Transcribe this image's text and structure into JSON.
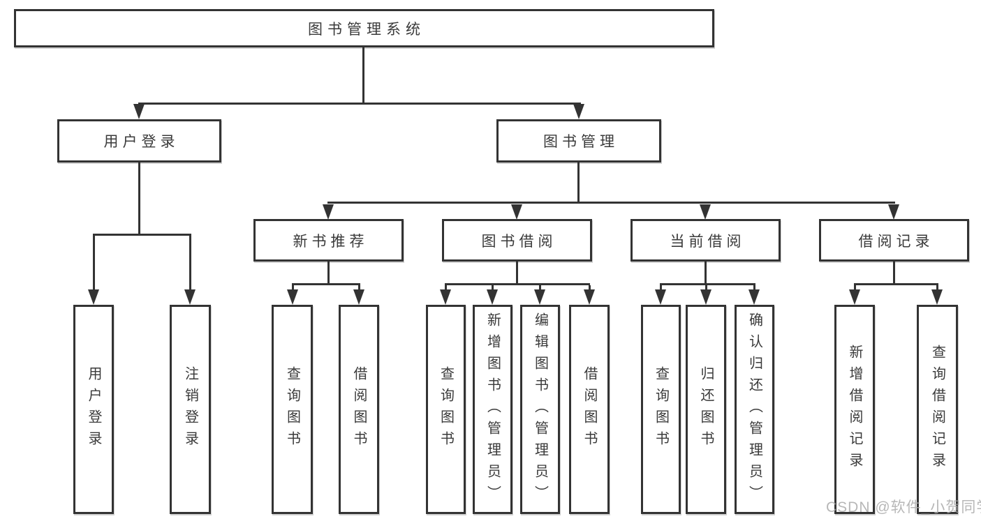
{
  "title": {
    "label": "图书管理系统"
  },
  "level2": [
    {
      "label": "用户登录"
    },
    {
      "label": "图书管理"
    }
  ],
  "level3": [
    {
      "label": "新书推荐"
    },
    {
      "label": "图书借阅"
    },
    {
      "label": "当前借阅"
    },
    {
      "label": "借阅记录"
    }
  ],
  "leaves": {
    "user_login": [
      {
        "label": "用户登录"
      },
      {
        "label": "注销登录"
      }
    ],
    "new_books": [
      {
        "label": "查询图书"
      },
      {
        "label": "借阅图书"
      }
    ],
    "book_borrow": [
      {
        "label": "查询图书"
      },
      {
        "label": "新增图书（管理员）"
      },
      {
        "label": "编辑图书（管理员）"
      },
      {
        "label": "借阅图书"
      }
    ],
    "current_borrow": [
      {
        "label": "查询图书"
      },
      {
        "label": "归还图书"
      },
      {
        "label": "确认归还（管理员）"
      }
    ],
    "borrow_records": [
      {
        "label": "新增借阅记录"
      },
      {
        "label": "查询借阅记录"
      }
    ]
  },
  "watermark": {
    "text": "CSDN @软件_小贺同学"
  },
  "colors": {
    "line": "#333333",
    "text": "#3a3a3a",
    "watermark": "#ababab",
    "background": "#ffffff"
  }
}
